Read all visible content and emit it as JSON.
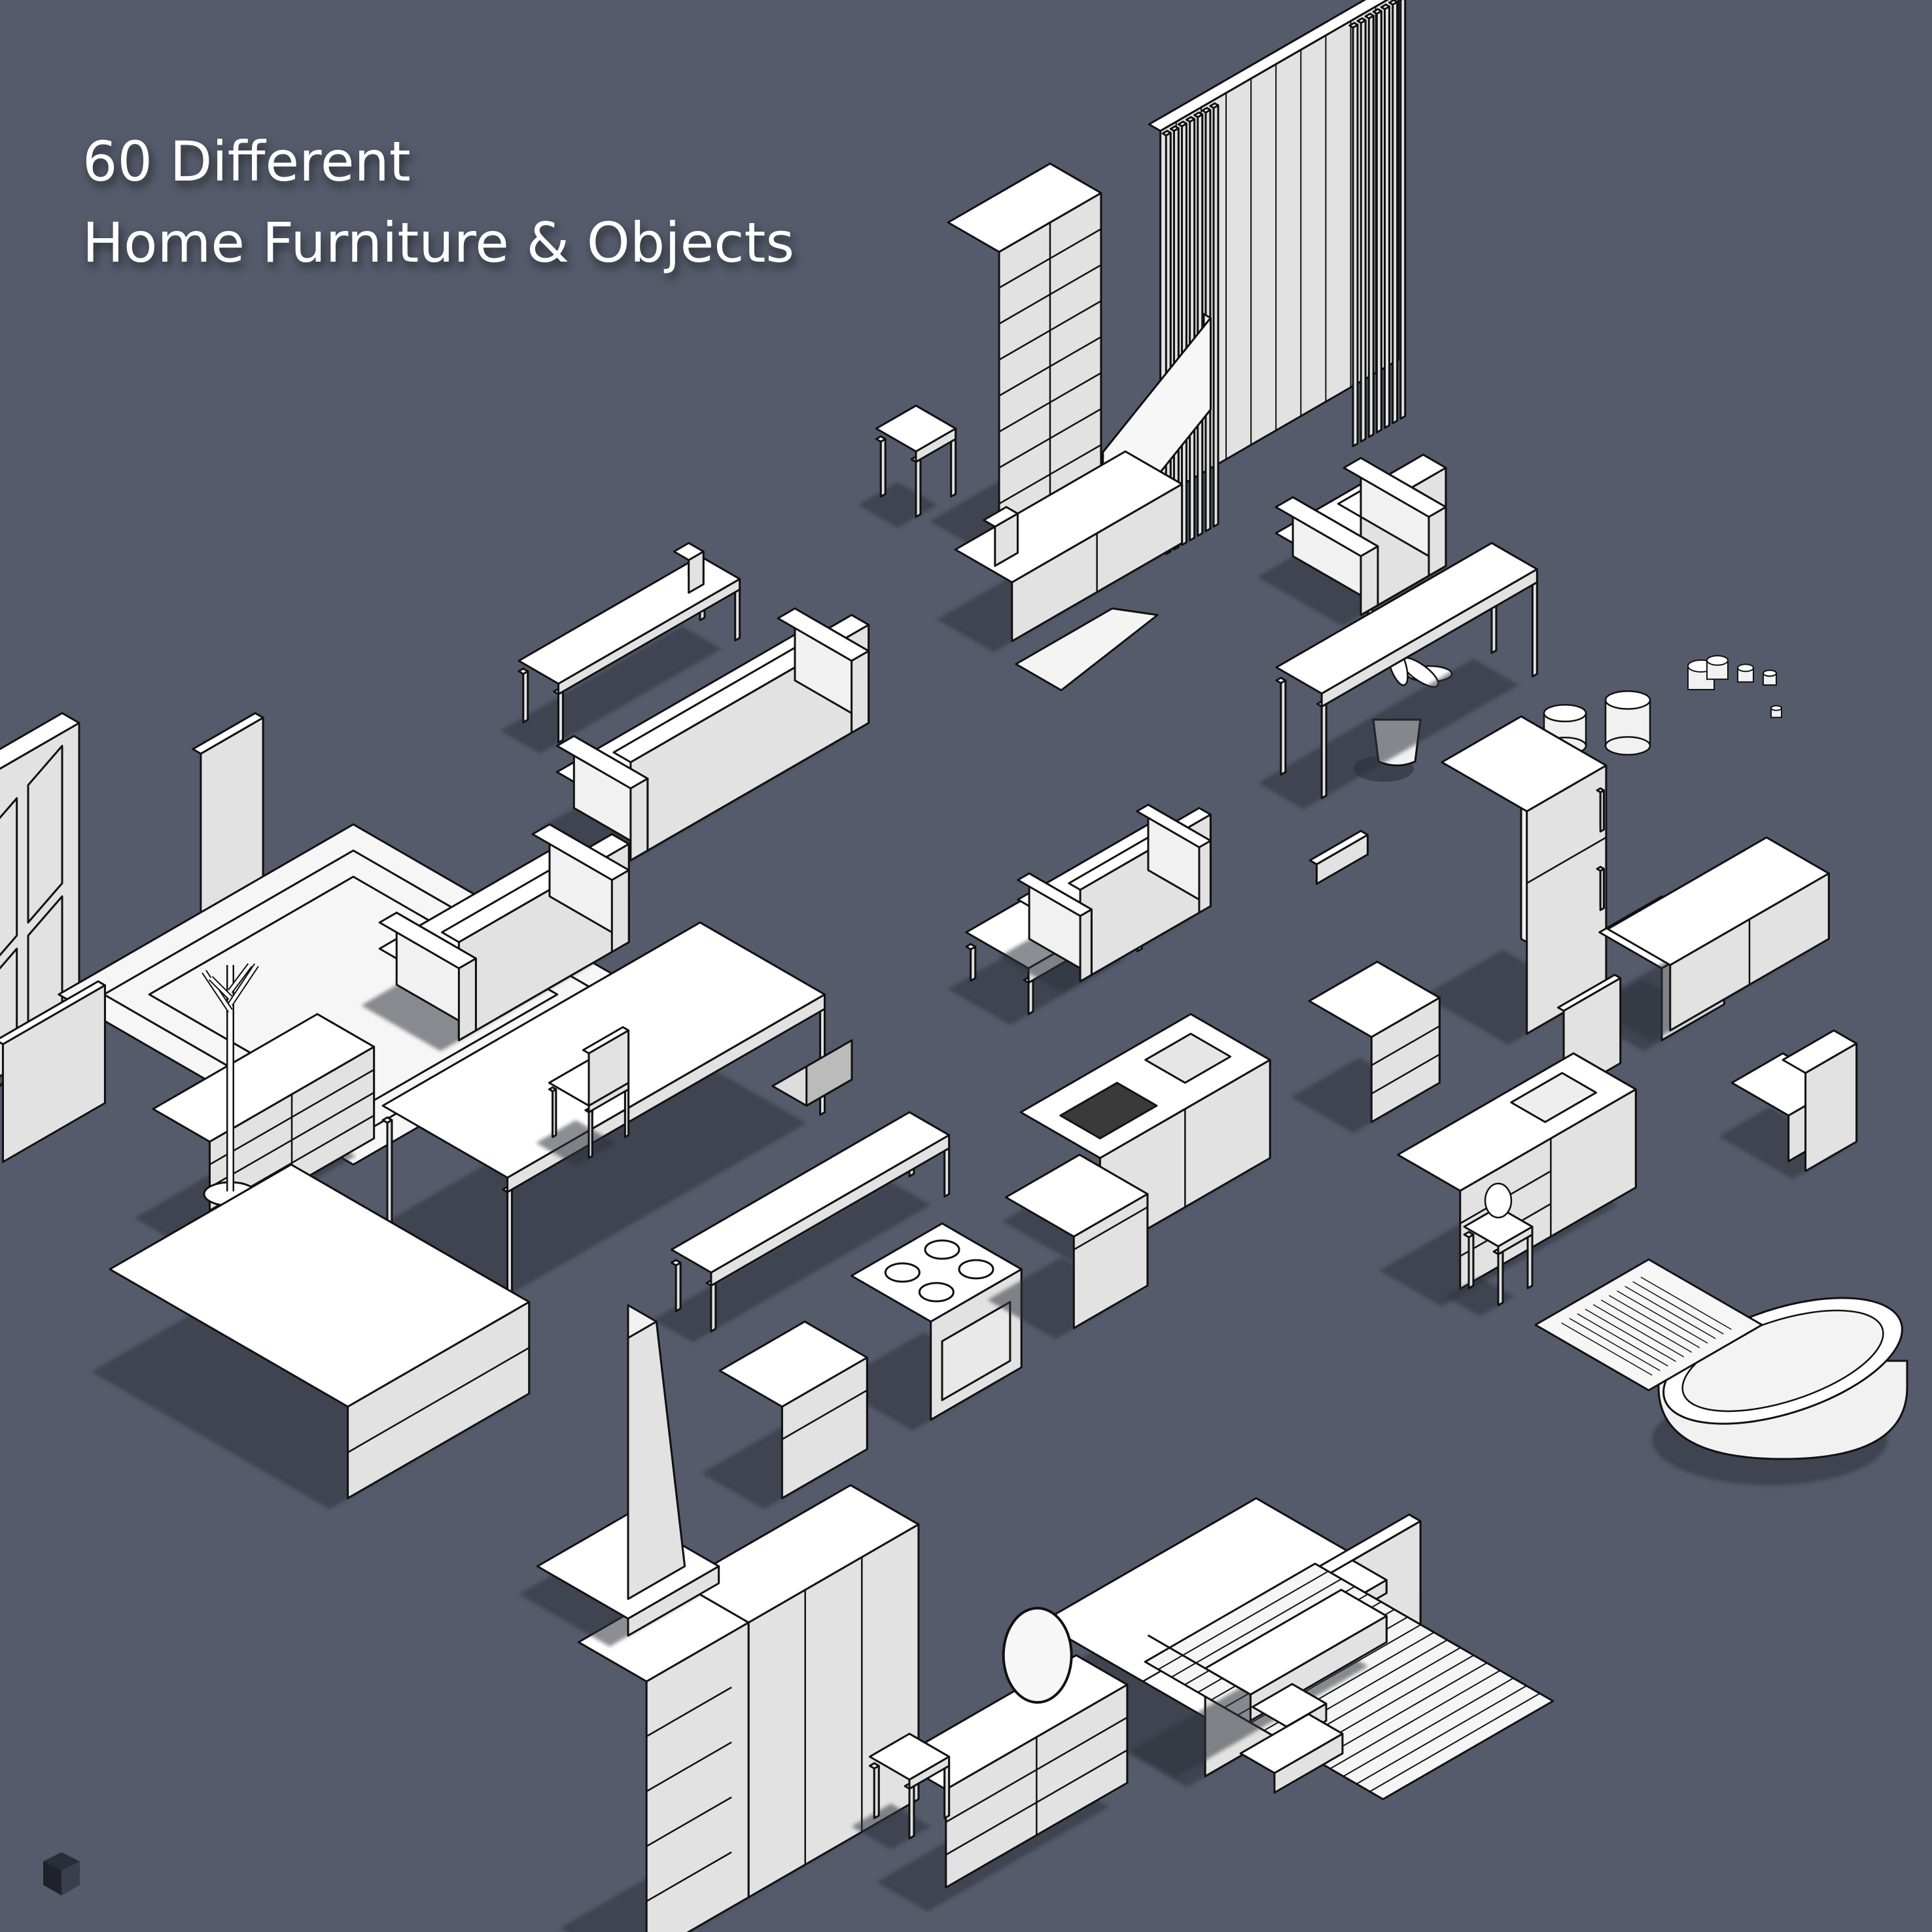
{
  "headline": {
    "line1": "60 Different",
    "line2": "Home Furniture & Objects"
  },
  "colors": {
    "background": "#555b6b",
    "face_top": "#ffffff",
    "face_left": "#f1f1f1",
    "face_right": "#e2e2e2",
    "outline": "#111111",
    "shadow": "#2d313b"
  },
  "objects": [
    "bookshelf",
    "window-with-curtains",
    "tv",
    "armchair",
    "media-console",
    "console-table",
    "side-table",
    "sofa",
    "throw-blanket",
    "plant",
    "desk",
    "small-jars",
    "bins",
    "door",
    "mirror",
    "rug",
    "loveseat",
    "fireplace-insert",
    "coffee-table",
    "small-sofa",
    "refrigerator",
    "cabinet-small",
    "low-cabinet",
    "dresser",
    "coat-rack",
    "wall-mirror",
    "dining-table",
    "laptop",
    "bench",
    "chair",
    "nightstand",
    "kitchen-island",
    "bathroom-mirror",
    "vanity",
    "toilet",
    "bed",
    "wardrobe",
    "cooktop-oven",
    "dishwasher",
    "ottoman",
    "bathtub",
    "shower-mat",
    "lamp",
    "striped-rug",
    "chaise-lounge",
    "makeup-dresser",
    "vanity-mirror",
    "storage-box",
    "stool",
    "tall-stand"
  ],
  "logo_icon": "cube-logo-icon"
}
